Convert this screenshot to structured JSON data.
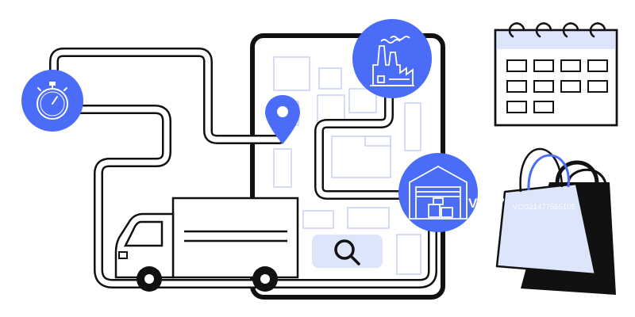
{
  "illustration": {
    "theme": "logistics / delivery route",
    "elements": [
      "stopwatch-icon",
      "route-path",
      "map-pin-icon",
      "factory-icon",
      "warehouse-icon",
      "delivery-truck-icon",
      "search-icon",
      "calendar-icon",
      "shopping-bag-icon"
    ]
  },
  "watermark": {
    "brand": "VCG",
    "code": "VCG21477555105"
  },
  "colors": {
    "accent": "#4a6cf7",
    "accent_light": "#dde5fb",
    "outline": "#111111",
    "background": "#ffffff"
  }
}
